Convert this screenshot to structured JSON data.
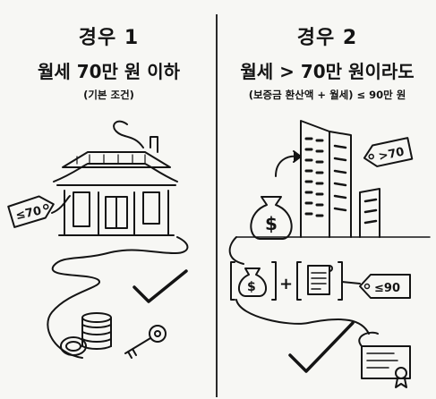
{
  "case1": {
    "title": "경우 1",
    "condition": "월세 70만 원 이하",
    "note": "(기본 조건)",
    "price_tag": "≤70"
  },
  "case2": {
    "title": "경우 2",
    "condition": "월세 > 70만 원이라도",
    "note": "(보증금 환산액 + 월세) ≤ 90만 원",
    "building_tag": ">70",
    "sum_tag": "≤90",
    "plus_symbol": "+"
  },
  "icons": [
    "house-icon",
    "price-tag-icon",
    "coins-icon",
    "key-icon",
    "checkmark-icon",
    "office-building-icon",
    "money-bag-icon",
    "document-scroll-icon",
    "certificate-icon",
    "arrow-icon"
  ]
}
